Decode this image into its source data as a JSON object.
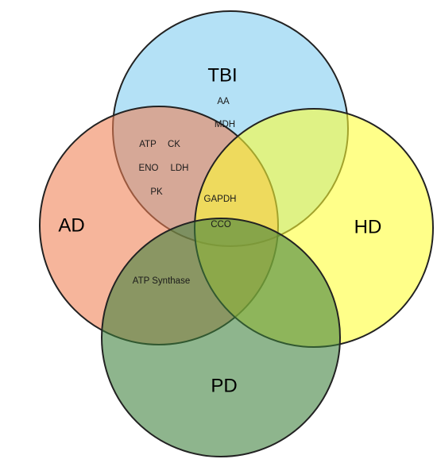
{
  "venn": {
    "sets": [
      {
        "key": "TBI",
        "label": "TBI",
        "color": "#7ecbf0"
      },
      {
        "key": "AD",
        "label": "AD",
        "color": "#f07f52"
      },
      {
        "key": "HD",
        "label": "HD",
        "color": "#ffff33"
      },
      {
        "key": "PD",
        "label": "PD",
        "color": "#3d7f3a"
      }
    ],
    "items": [
      {
        "text": "AA",
        "sets": [
          "TBI"
        ]
      },
      {
        "text": "MDH",
        "sets": [
          "TBI"
        ]
      },
      {
        "text": "ATP",
        "sets": [
          "TBI",
          "AD"
        ]
      },
      {
        "text": "CK",
        "sets": [
          "TBI",
          "AD"
        ]
      },
      {
        "text": "ENO",
        "sets": [
          "TBI",
          "AD"
        ]
      },
      {
        "text": "LDH",
        "sets": [
          "TBI",
          "AD"
        ]
      },
      {
        "text": "PK",
        "sets": [
          "TBI",
          "AD"
        ]
      },
      {
        "text": "GAPDH",
        "sets": [
          "TBI",
          "AD",
          "HD"
        ]
      },
      {
        "text": "CCO",
        "sets": [
          "TBI",
          "AD",
          "HD",
          "PD"
        ]
      },
      {
        "text": "ATP Synthase",
        "sets": [
          "AD",
          "PD"
        ]
      }
    ]
  }
}
